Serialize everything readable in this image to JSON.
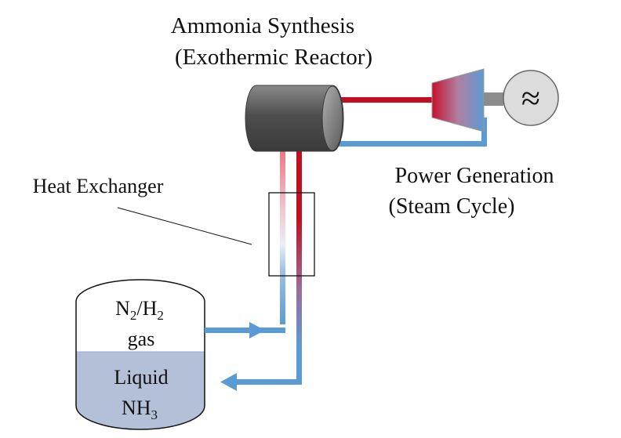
{
  "reactor": {
    "title_line1": "Ammonia Synthesis",
    "title_line2": "(Exothermic Reactor)"
  },
  "power": {
    "label_line1": "Power Generation",
    "label_line2": "(Steam Cycle)",
    "generator_symbol": "≈"
  },
  "heat_exchanger": {
    "label": "Heat Exchanger"
  },
  "tank": {
    "gas_formula_n": "N",
    "gas_formula_n_sub": "2",
    "gas_formula_sep": "/H",
    "gas_formula_h_sub": "2",
    "gas_word": "gas",
    "liquid_word": "Liquid",
    "liquid_formula_nh": "NH",
    "liquid_formula_sub": "3"
  },
  "colors": {
    "hot": "#c0101f",
    "cold": "#5b9bd5",
    "liquid": "#b4c0d8",
    "reactor_body": "#4a4a4a"
  }
}
